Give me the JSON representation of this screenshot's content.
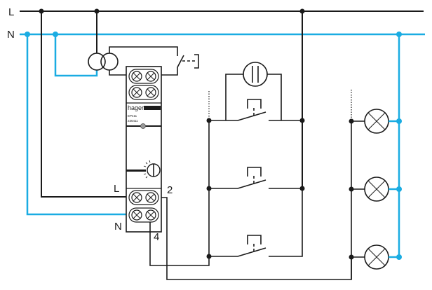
{
  "diagram": {
    "title": "Staircase timer wiring diagram",
    "bus_labels": {
      "line": "L",
      "neutral": "N"
    },
    "colors": {
      "line_wire": "#1a1a1a",
      "neutral_wire": "#1aace2",
      "background": "#ffffff"
    },
    "device": {
      "brand": "hager",
      "model": "EP411",
      "reference": "236411",
      "terminal_labels": {
        "line_in": "L",
        "neutral_in": "N",
        "output": "2",
        "pushbutton": "4"
      }
    },
    "components": {
      "transformer": "transformer-icon",
      "relay_contact": "relay-contact-icon",
      "bell": "bell-icon",
      "pushbuttons": [
        "pushbutton-1",
        "pushbutton-2",
        "pushbutton-3"
      ],
      "lamps": [
        "lamp-1",
        "lamp-2",
        "lamp-3"
      ]
    }
  }
}
